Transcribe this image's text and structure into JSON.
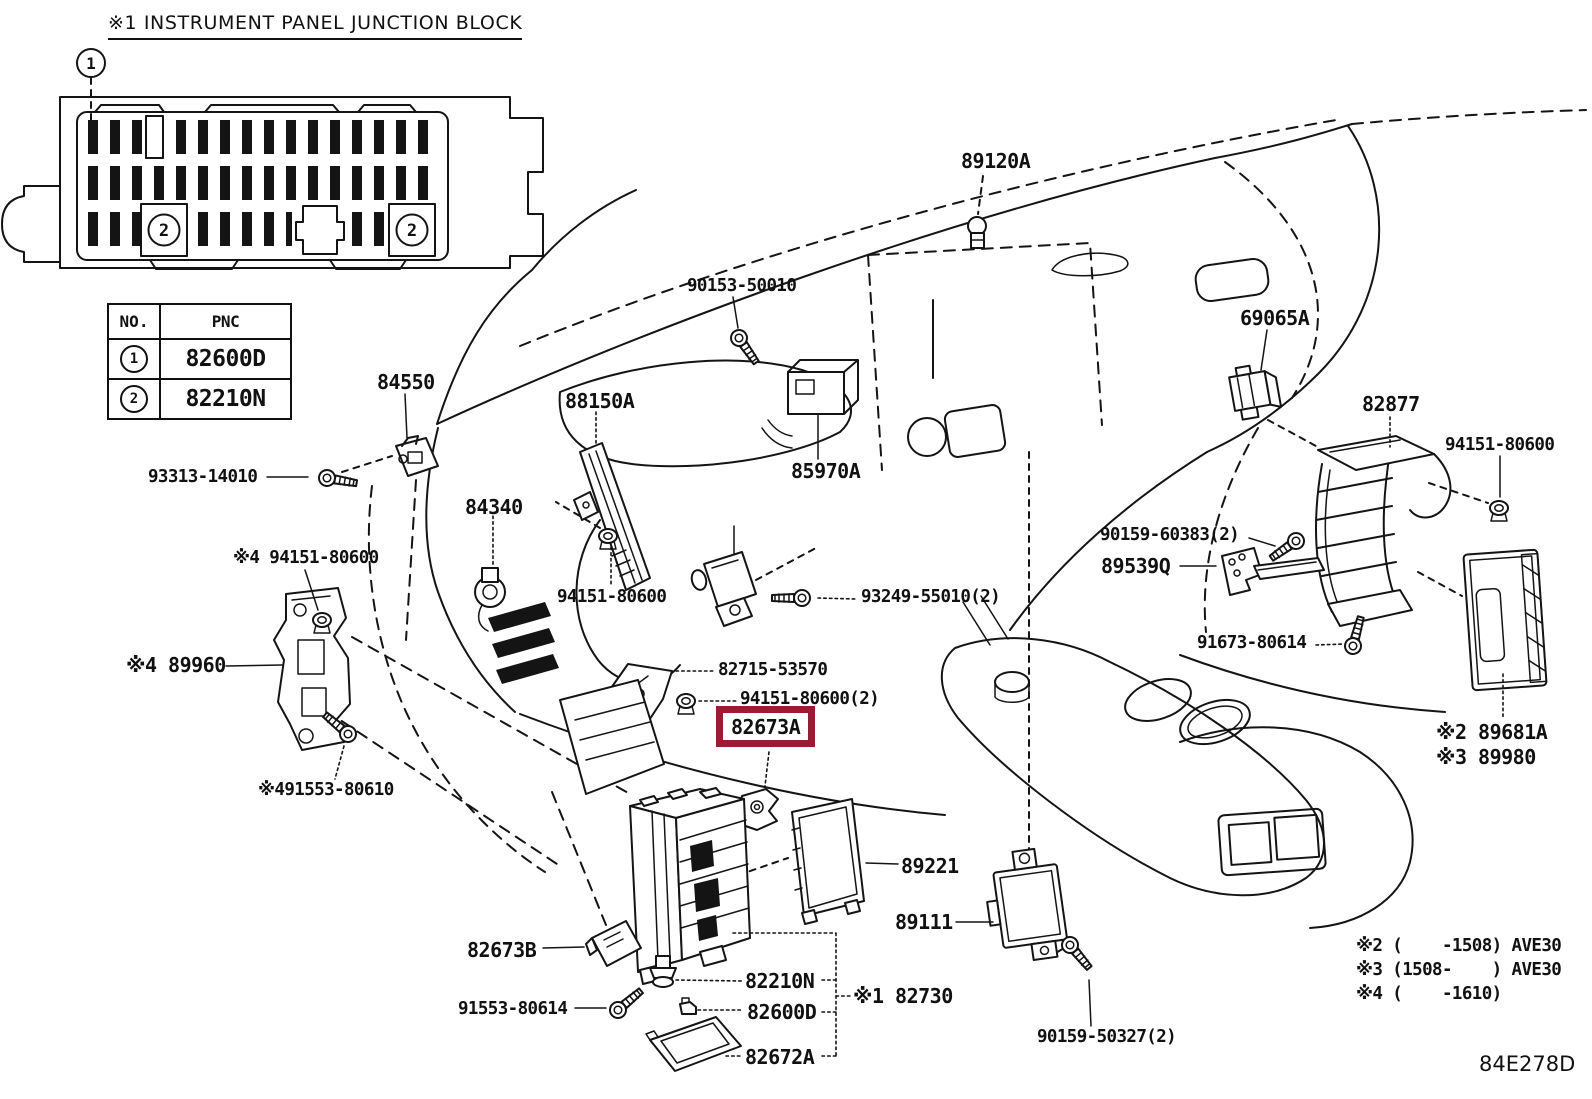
{
  "title": "※1 INSTRUMENT PANEL JUNCTION BLOCK",
  "highlight_color": "#9c1b34",
  "callouts": {
    "c1": "1",
    "c2": "2"
  },
  "table": {
    "headers": [
      "NO.",
      "PNC"
    ],
    "rows": [
      {
        "no": "1",
        "pnc": "82600D"
      },
      {
        "no": "2",
        "pnc": "82210N"
      }
    ]
  },
  "parts": [
    {
      "id": "84550",
      "text": "84550"
    },
    {
      "id": "88150A",
      "text": "88150A"
    },
    {
      "id": "93313-14010",
      "text": "93313-14010"
    },
    {
      "id": "84340",
      "text": "84340"
    },
    {
      "id": "94151-80600-x4",
      "text": "※4 94151-80600"
    },
    {
      "id": "90153-50010",
      "text": "90153-50010"
    },
    {
      "id": "89120A",
      "text": "89120A"
    },
    {
      "id": "85970A",
      "text": "85970A"
    },
    {
      "id": "69065A",
      "text": "69065A"
    },
    {
      "id": "82877",
      "text": "82877"
    },
    {
      "id": "94151-80600-right",
      "text": "94151-80600"
    },
    {
      "id": "90159-60383",
      "text": "90159-60383(2)"
    },
    {
      "id": "89539Q",
      "text": "89539Q"
    },
    {
      "id": "91673-80614",
      "text": "91673-80614"
    },
    {
      "id": "89681A",
      "text": "※2 89681A"
    },
    {
      "id": "89980",
      "text": "※3 89980"
    },
    {
      "id": "89960",
      "text": "※4 89960"
    },
    {
      "id": "91553-80610",
      "text": "※491553-80610"
    },
    {
      "id": "94151-80600-mid",
      "text": "94151-80600"
    },
    {
      "id": "93249-55010",
      "text": "93249-55010(2)"
    },
    {
      "id": "82715-53570",
      "text": "82715-53570"
    },
    {
      "id": "94151-80600-2",
      "text": "94151-80600(2)"
    },
    {
      "id": "82673A",
      "text": "82673A"
    },
    {
      "id": "89221",
      "text": "89221"
    },
    {
      "id": "89111",
      "text": "89111"
    },
    {
      "id": "82730",
      "text": "※1 82730"
    },
    {
      "id": "90159-50327",
      "text": "90159-50327(2)"
    },
    {
      "id": "82673B",
      "text": "82673B"
    },
    {
      "id": "91553-80614",
      "text": "91553-80614"
    },
    {
      "id": "82210N",
      "text": "82210N"
    },
    {
      "id": "82600D",
      "text": "82600D"
    },
    {
      "id": "82672A",
      "text": "82672A"
    }
  ],
  "notes": [
    "※2 (    -1508) AVE30",
    "※3 (1508-    ) AVE30",
    "※4 (    -1610)"
  ],
  "diagram_code": "84E278D"
}
